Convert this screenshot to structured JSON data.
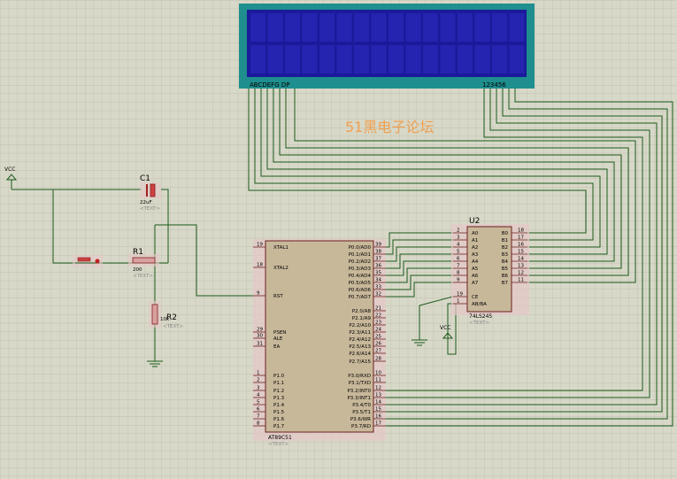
{
  "watermark": "51黑电子论坛",
  "lcd": {
    "segments_label": "ABCDEFG DP",
    "digits_label": "123456"
  },
  "vcc1": "VCC",
  "vcc2": "VCC",
  "c1": {
    "ref": "C1",
    "value": "22uF",
    "text": "<TEXT>"
  },
  "r1": {
    "ref": "R1",
    "value": "200",
    "text": "<TEXT>"
  },
  "r2": {
    "ref": "R2",
    "value": "10k",
    "text": "<TEXT>"
  },
  "u1": {
    "part": "AT89C51",
    "text": "<TEXT>",
    "left_pins": [
      {
        "num": "19",
        "name": "XTAL1"
      },
      {
        "num": "18",
        "name": "XTAL2"
      },
      {
        "num": "9",
        "name": "RST"
      },
      {
        "num": "29",
        "name": "PSEN"
      },
      {
        "num": "30",
        "name": "ALE"
      },
      {
        "num": "31",
        "name": "EA"
      },
      {
        "num": "1",
        "name": "P1.0"
      },
      {
        "num": "2",
        "name": "P1.1"
      },
      {
        "num": "3",
        "name": "P1.2"
      },
      {
        "num": "4",
        "name": "P1.3"
      },
      {
        "num": "5",
        "name": "P1.4"
      },
      {
        "num": "6",
        "name": "P1.5"
      },
      {
        "num": "7",
        "name": "P1.6"
      },
      {
        "num": "8",
        "name": "P1.7"
      }
    ],
    "right_pins": [
      {
        "num": "39",
        "name": "P0.0/AD0"
      },
      {
        "num": "38",
        "name": "P0.1/AD1"
      },
      {
        "num": "37",
        "name": "P0.2/AD2"
      },
      {
        "num": "36",
        "name": "P0.3/AD3"
      },
      {
        "num": "35",
        "name": "P0.4/AD4"
      },
      {
        "num": "34",
        "name": "P0.5/AD5"
      },
      {
        "num": "33",
        "name": "P0.6/AD6"
      },
      {
        "num": "32",
        "name": "P0.7/AD7"
      },
      {
        "num": "21",
        "name": "P2.0/A8"
      },
      {
        "num": "22",
        "name": "P2.1/A9"
      },
      {
        "num": "23",
        "name": "P2.2/A10"
      },
      {
        "num": "24",
        "name": "P2.3/A11"
      },
      {
        "num": "25",
        "name": "P2.4/A12"
      },
      {
        "num": "26",
        "name": "P2.5/A13"
      },
      {
        "num": "27",
        "name": "P2.6/A14"
      },
      {
        "num": "28",
        "name": "P2.7/A15"
      },
      {
        "num": "10",
        "name": "P3.0/RXD"
      },
      {
        "num": "11",
        "name": "P3.1/TXD"
      },
      {
        "num": "12",
        "name": "P3.2/INT0"
      },
      {
        "num": "13",
        "name": "P3.3/INT1"
      },
      {
        "num": "14",
        "name": "P3.4/T0"
      },
      {
        "num": "15",
        "name": "P3.5/T1"
      },
      {
        "num": "16",
        "name": "P3.6/WR"
      },
      {
        "num": "17",
        "name": "P3.7/RD"
      }
    ]
  },
  "u2": {
    "ref": "U2",
    "part": "74LS245",
    "text": "<TEXT>",
    "left_pins": [
      {
        "num": "2",
        "name": "A0"
      },
      {
        "num": "3",
        "name": "A1"
      },
      {
        "num": "4",
        "name": "A2"
      },
      {
        "num": "5",
        "name": "A3"
      },
      {
        "num": "6",
        "name": "A4"
      },
      {
        "num": "7",
        "name": "A5"
      },
      {
        "num": "8",
        "name": "A6"
      },
      {
        "num": "9",
        "name": "A7"
      },
      {
        "num": "19",
        "name": "CE"
      },
      {
        "num": "1",
        "name": "AB/BA"
      }
    ],
    "right_pins": [
      {
        "num": "18",
        "name": "B0"
      },
      {
        "num": "17",
        "name": "B1"
      },
      {
        "num": "16",
        "name": "B2"
      },
      {
        "num": "15",
        "name": "B3"
      },
      {
        "num": "14",
        "name": "B4"
      },
      {
        "num": "13",
        "name": "B5"
      },
      {
        "num": "12",
        "name": "B6"
      },
      {
        "num": "11",
        "name": "B7"
      }
    ]
  }
}
